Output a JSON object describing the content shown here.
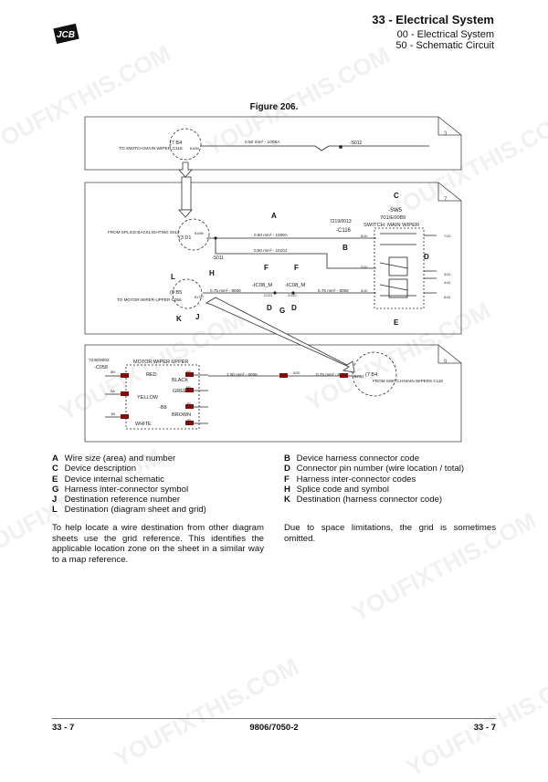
{
  "header": {
    "brand": "JCB",
    "title": "33 - Electrical System",
    "sub1": "00 - Electrical System",
    "sub2": "50 - Schematic Circuit"
  },
  "figure": {
    "caption": "Figure 206.",
    "sheets": [
      "3",
      "7",
      "9"
    ],
    "sheet3": {
      "dest_ref": "(7 B4",
      "dest_desc": "TO SWITCH:MAIN WIPER C116",
      "code_small": "B1050",
      "wire": "0.50 mm² - 1009A",
      "splice": "-S012"
    },
    "sheet7": {
      "splice_ref": "FROM SPLICE:BACKLIGHTING S012",
      "splice_ref_grid": "(3 D1",
      "code_b1050": "B1050",
      "wire1": "0.50 mm² - 1009A",
      "wire2": "0.50 mm² - 1010J",
      "wire3": "0.75 mm² - 8006",
      "wire4": "0.75 mm² - 8006",
      "splice_s011": "-S011",
      "dest2_grid": "(9 B5",
      "dest2_desc": "TO MOTOR:WIPER-UPPER C058",
      "code_b1707": "B1707",
      "ic_left": "-IC08_M",
      "ic_right": "-IC08_M",
      "pin_2121": "2/121",
      "pin_2120": "2/120",
      "dev_code": "7219/0013",
      "conn": "-C116",
      "pins": [
        "8/10",
        "2/10",
        "5/10",
        "4/10",
        "7/10",
        "1/10",
        "3/10",
        "6/10"
      ],
      "sw_code": "-SW5",
      "sw_part": "701/E0089",
      "sw_name": "SWITCH: MAIN WIPER",
      "pin_nums": [
        "8",
        "7",
        "2",
        "1",
        "3",
        "5",
        "4",
        "6"
      ]
    },
    "sheet9": {
      "dev_code": "7236/0002",
      "conn": "-C058",
      "motor_name": "MOTOR:WIPER UPPER",
      "colors": [
        "RED",
        "BLACK",
        "GREEN",
        "YELLOW",
        "BROWN",
        "WHITE"
      ],
      "pins_l": [
        "8B",
        "2A",
        "1B"
      ],
      "pins_r": [
        "5B",
        "3B",
        "4B",
        "6B"
      ],
      "b8": "-B8",
      "wire": "1.00 mm² - 8006",
      "wire2": "0.75 mm² - 8006",
      "pin_520": "5/20",
      "code_b1783": "B1783",
      "dest_ref": "(7 B4",
      "dest_desc": "FROM SWITCH:MAIN WIPERS C116"
    },
    "callouts": [
      "A",
      "B",
      "C",
      "D",
      "E",
      "F",
      "G",
      "H",
      "J",
      "K",
      "L"
    ]
  },
  "legend": {
    "left": [
      {
        "k": "A",
        "v": "Wire size (area) and number"
      },
      {
        "k": "C",
        "v": "Device description"
      },
      {
        "k": "E",
        "v": "Device internal schematic"
      },
      {
        "k": "G",
        "v": "Harness inter-connector symbol"
      },
      {
        "k": "J",
        "v": "Destination reference number"
      },
      {
        "k": "L",
        "v": "Destination (diagram sheet and grid)"
      }
    ],
    "right": [
      {
        "k": "B",
        "v": "Device harness connector code"
      },
      {
        "k": "D",
        "v": "Connector pin number (wire location / total)"
      },
      {
        "k": "F",
        "v": "Harness inter-connector codes"
      },
      {
        "k": "H",
        "v": "Splice code and symbol"
      },
      {
        "k": "K",
        "v": "Destination (harness connector code)"
      }
    ]
  },
  "body": {
    "left": "To help locate a wire destination from other diagram sheets use the grid reference. This identifies the applicable location zone on the sheet in a similar way to a map reference.",
    "right": "Due to space limitations, the grid is sometimes omitted."
  },
  "footer": {
    "left": "33 - 7",
    "center": "9806/7050-2",
    "right": "33 - 7"
  },
  "watermark": "YOUFIXTHIS.COM"
}
